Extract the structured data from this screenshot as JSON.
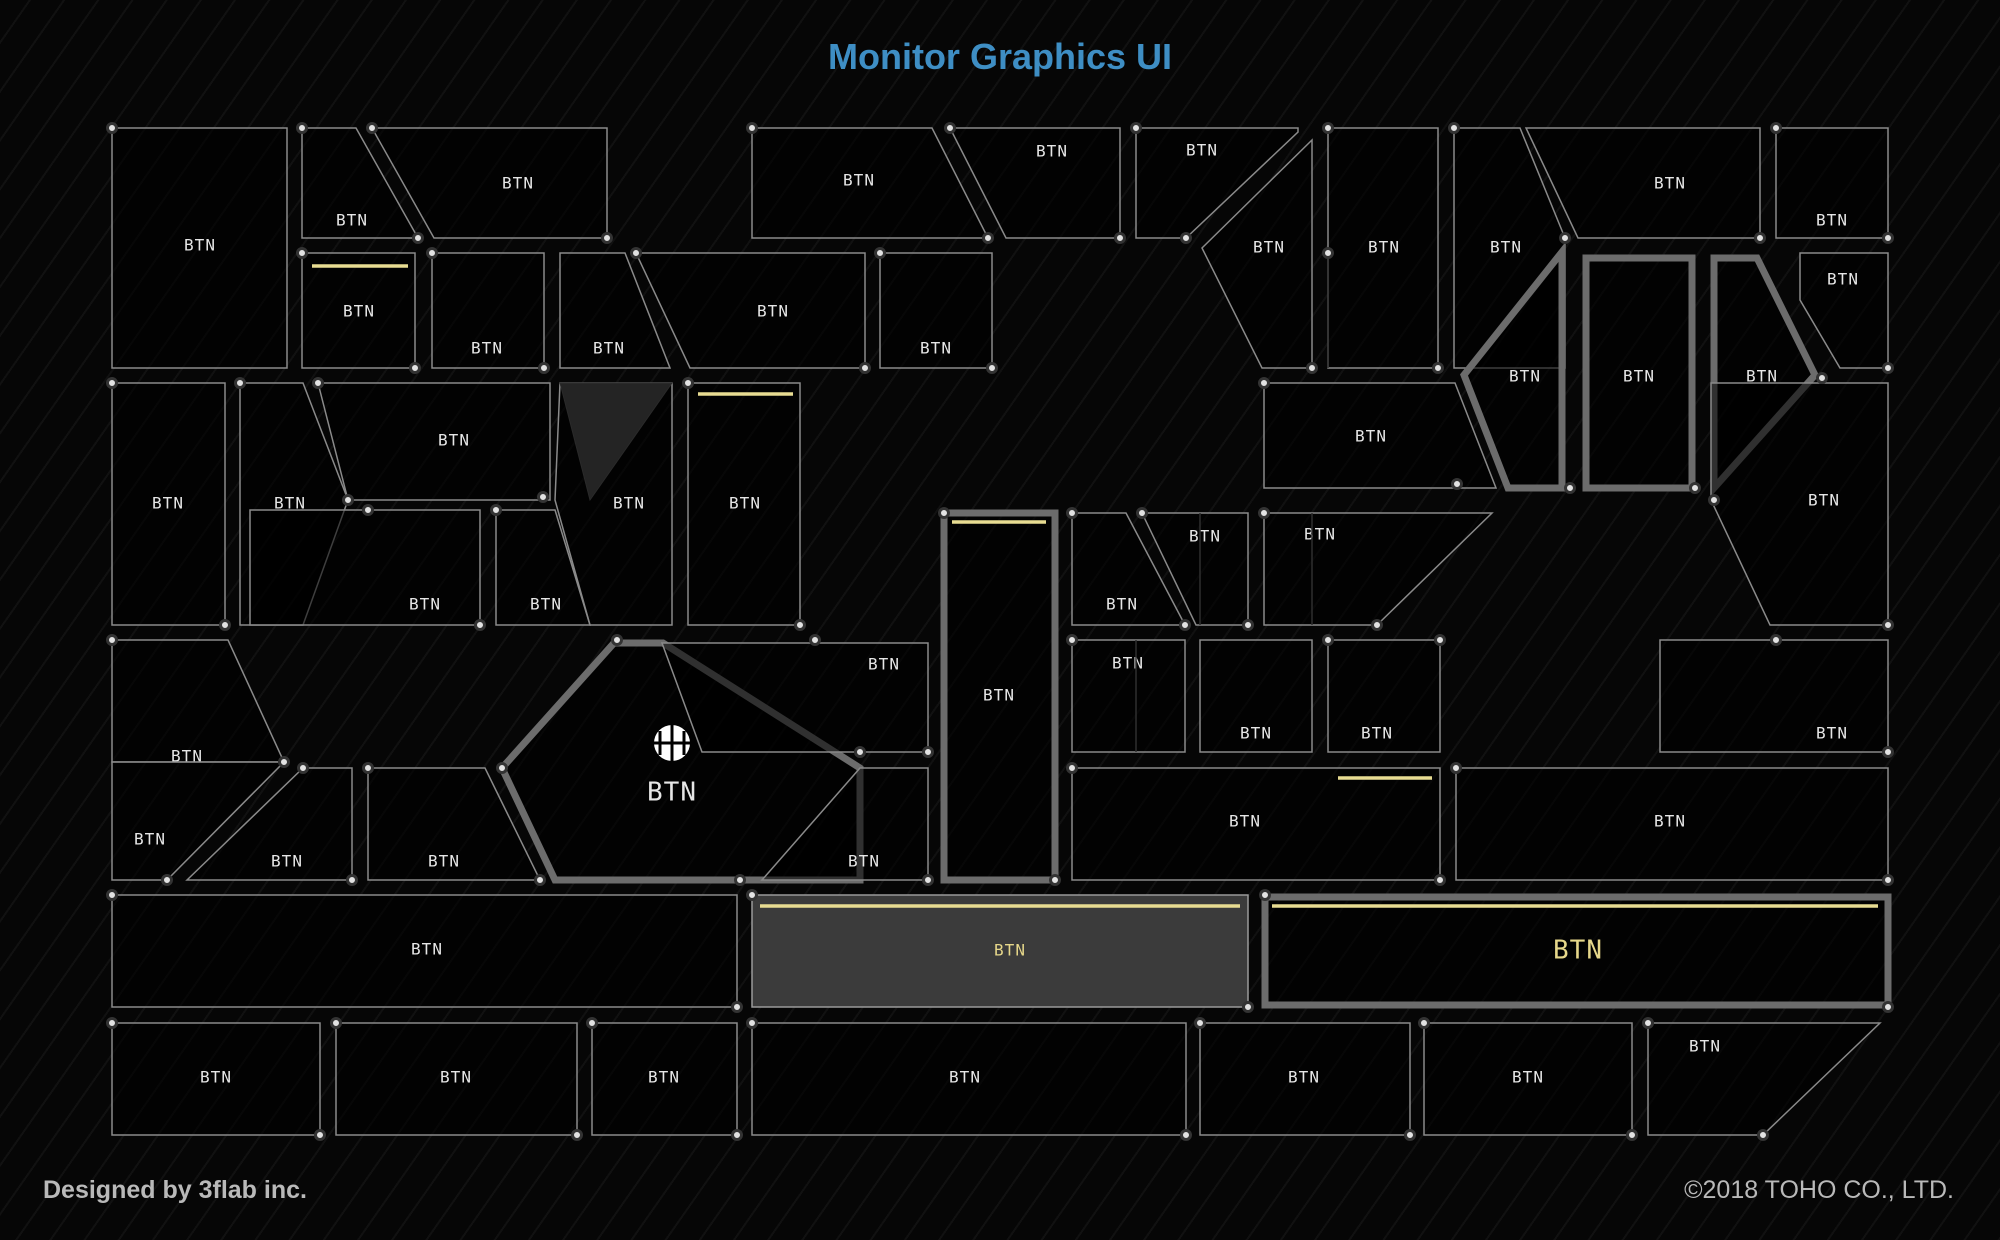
{
  "header": {
    "title": "Monitor Graphics UI"
  },
  "footer": {
    "designer": "Designed by 3flab inc.",
    "copyright": "©2018 TOHO CO., LTD."
  },
  "button_label": "BTN",
  "colors": {
    "title": "#3e8ec4",
    "accent": "#e8dc92",
    "border": "#8a8a8a",
    "background": "#060606"
  },
  "icons": {
    "center_emblem": "circle-emblem-icon"
  },
  "buttons": [
    {
      "id": 1,
      "label": "BTN"
    },
    {
      "id": 2,
      "label": "BTN"
    },
    {
      "id": 3,
      "label": "BTN"
    },
    {
      "id": 4,
      "label": "BTN"
    },
    {
      "id": 5,
      "label": "BTN"
    },
    {
      "id": 6,
      "label": "BTN"
    },
    {
      "id": 7,
      "label": "BTN"
    },
    {
      "id": 8,
      "label": "BTN"
    },
    {
      "id": 9,
      "label": "BTN"
    },
    {
      "id": 10,
      "label": "BTN"
    },
    {
      "id": 11,
      "label": "BTN"
    },
    {
      "id": 12,
      "label": "BTN"
    },
    {
      "id": 13,
      "label": "BTN"
    },
    {
      "id": 14,
      "label": "BTN"
    },
    {
      "id": 15,
      "label": "BTN"
    },
    {
      "id": 16,
      "label": "BTN"
    },
    {
      "id": 17,
      "label": "BTN"
    },
    {
      "id": 18,
      "label": "BTN"
    },
    {
      "id": 19,
      "label": "BTN"
    },
    {
      "id": 20,
      "label": "BTN"
    },
    {
      "id": 21,
      "label": "BTN"
    },
    {
      "id": 22,
      "label": "BTN"
    },
    {
      "id": 23,
      "label": "BTN"
    },
    {
      "id": 24,
      "label": "BTN"
    },
    {
      "id": 25,
      "label": "BTN"
    },
    {
      "id": 26,
      "label": "BTN"
    },
    {
      "id": 27,
      "label": "BTN"
    },
    {
      "id": 28,
      "label": "BTN"
    },
    {
      "id": 29,
      "label": "BTN"
    },
    {
      "id": 30,
      "label": "BTN"
    },
    {
      "id": 31,
      "label": "BTN"
    },
    {
      "id": 32,
      "label": "BTN"
    },
    {
      "id": 33,
      "label": "BTN"
    },
    {
      "id": 34,
      "label": "BTN"
    },
    {
      "id": 35,
      "label": "BTN"
    },
    {
      "id": 36,
      "label": "BTN"
    },
    {
      "id": 37,
      "label": "BTN"
    },
    {
      "id": 38,
      "label": "BTN"
    },
    {
      "id": 39,
      "label": "BTN"
    },
    {
      "id": 40,
      "label": "BTN"
    },
    {
      "id": 41,
      "label": "BTN"
    },
    {
      "id": 42,
      "label": "BTN"
    },
    {
      "id": 43,
      "label": "BTN"
    },
    {
      "id": 44,
      "label": "BTN"
    },
    {
      "id": 45,
      "label": "BTN"
    },
    {
      "id": 46,
      "label": "BTN"
    },
    {
      "id": 47,
      "label": "BTN"
    },
    {
      "id": 48,
      "label": "BTN"
    },
    {
      "id": 49,
      "label": "BTN"
    },
    {
      "id": 50,
      "label": "BTN"
    },
    {
      "id": 51,
      "label": "BTN"
    },
    {
      "id": 52,
      "label": "BTN"
    },
    {
      "id": 53,
      "label": "BTN"
    },
    {
      "id": 54,
      "label": "BTN"
    },
    {
      "id": 55,
      "label": "BTN"
    },
    {
      "id": 56,
      "label": "BTN"
    },
    {
      "id": 57,
      "label": "BTN"
    },
    {
      "id": 58,
      "label": "BTN"
    },
    {
      "id": 59,
      "label": "BTN"
    },
    {
      "id": 60,
      "label": "BTN"
    },
    {
      "id": 61,
      "label": "BTN"
    },
    {
      "id": 62,
      "label": "BTN"
    }
  ]
}
